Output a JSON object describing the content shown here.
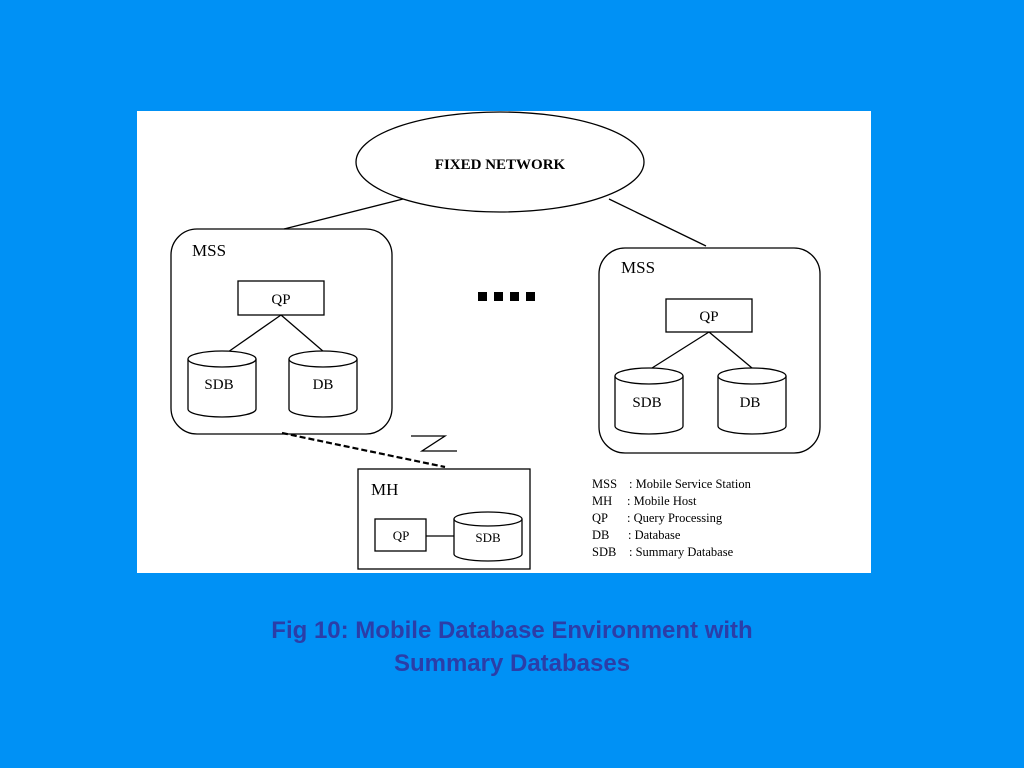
{
  "diagram": {
    "network_label": "FIXED NETWORK",
    "left_station": {
      "title": "MSS",
      "qp": "QP",
      "sdb": "SDB",
      "db": "DB"
    },
    "right_station": {
      "title": "MSS",
      "qp": "QP",
      "sdb": "SDB",
      "db": "DB"
    },
    "mobile_host": {
      "title": "MH",
      "qp": "QP",
      "sdb": "SDB"
    },
    "ellipsis": "....",
    "legend": [
      {
        "abbr": "MSS",
        "desc": ": Mobile Service Station"
      },
      {
        "abbr": "MH",
        "desc": ": Mobile Host"
      },
      {
        "abbr": "QP",
        "desc": ": Query Processing"
      },
      {
        "abbr": "DB",
        "desc": ": Database"
      },
      {
        "abbr": "SDB",
        "desc": ": Summary Database"
      }
    ]
  },
  "caption": {
    "line1": "Fig 10: Mobile Database Environment with",
    "line2": "Summary Databases"
  },
  "colors": {
    "background": "#0091f5",
    "caption": "#2b3ea8",
    "figure_bg": "#ffffff",
    "ink": "#000000"
  }
}
